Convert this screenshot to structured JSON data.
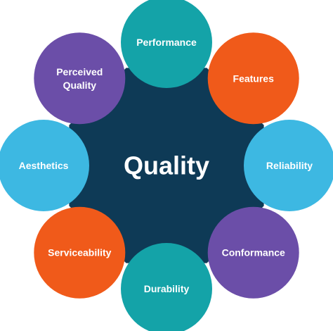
{
  "center": {
    "label": "Quality",
    "color": "#0e3a56"
  },
  "nodes": [
    {
      "id": "performance",
      "lines": [
        "Performance"
      ],
      "color": "#14a3a8"
    },
    {
      "id": "features",
      "lines": [
        "Features"
      ],
      "color": "#f05a1a"
    },
    {
      "id": "reliability",
      "lines": [
        "Reliability"
      ],
      "color": "#3db8e2"
    },
    {
      "id": "conformance",
      "lines": [
        "Conformance"
      ],
      "color": "#6b4ea8"
    },
    {
      "id": "durability",
      "lines": [
        "Durability"
      ],
      "color": "#14a3a8"
    },
    {
      "id": "serviceability",
      "lines": [
        "Serviceability"
      ],
      "color": "#f05a1a"
    },
    {
      "id": "aesthetics",
      "lines": [
        "Aesthetics"
      ],
      "color": "#3db8e2"
    },
    {
      "id": "perceived-quality",
      "lines": [
        "Perceived",
        "Quality"
      ],
      "color": "#6b4ea8"
    }
  ]
}
